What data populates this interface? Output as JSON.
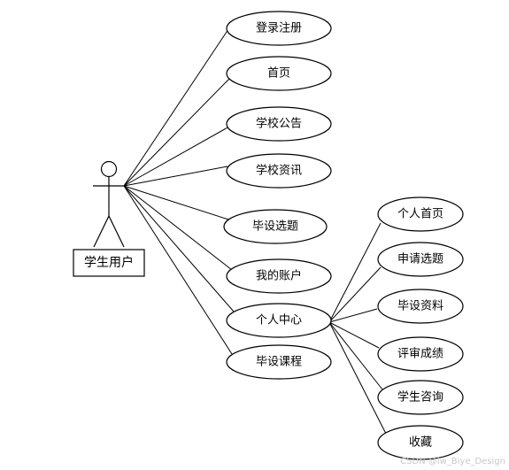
{
  "actor": {
    "label": "学生用户"
  },
  "use_cases": {
    "login": "登录注册",
    "home": "首页",
    "notice": "学校公告",
    "news": "学校资讯",
    "topic": "毕设选题",
    "account": "我的账户",
    "center": "个人中心",
    "course": "毕设课程"
  },
  "center_items": {
    "personal_home": "个人首页",
    "apply_topic": "申请选题",
    "materials": "毕设资料",
    "grades": "评审成绩",
    "consult": "学生咨询",
    "favorites": "收藏"
  },
  "watermark": "CSDN @lw_Biye_Design",
  "colors": {
    "stroke": "#000000",
    "background": "#ffffff",
    "watermark": "#c8c8c8"
  }
}
